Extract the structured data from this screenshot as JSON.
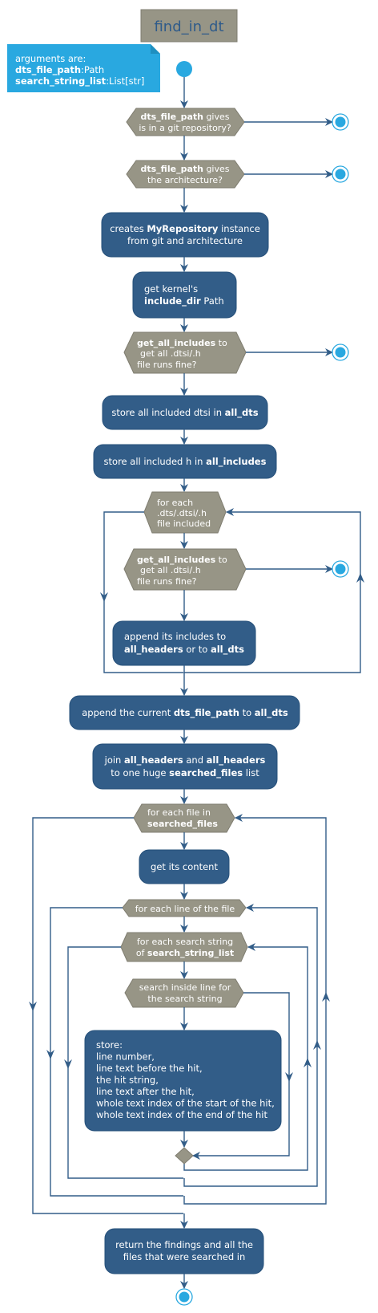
{
  "title": "find_in_dt",
  "note": {
    "line1": "arguments are:",
    "arg1_name": "dts_file_path",
    "arg1_type": ":Path",
    "arg2_name": "search_string_list",
    "arg2_type": ":List[str]"
  },
  "decisions": {
    "git_repo": {
      "bold": "dts_file_path",
      "rest1": " gives",
      "line2": "is in a git repository?"
    },
    "arch": {
      "bold": "dts_file_path",
      "rest1": " gives",
      "line2": "the architecture?"
    },
    "includes1": {
      "bold": "get_all_includes",
      "rest1": " to",
      "line2": "get all .dtsi/.h",
      "line3": "file runs fine?"
    },
    "loop_each_included": {
      "line1": "for each",
      "line2": ".dts/.dtsi/.h",
      "line3": "file included"
    },
    "includes2": {
      "bold": "get_all_includes",
      "rest1": " to",
      "line2": "get all .dtsi/.h",
      "line3": "file runs fine?"
    },
    "loop_each_file": {
      "line1": "for each file in",
      "bold": "searched_files"
    },
    "loop_each_line": {
      "line1": "for each line of the file"
    },
    "loop_each_search": {
      "line1": "for each search string",
      "pre": "of ",
      "bold": "search_string_list"
    },
    "search_inside": {
      "line1": "search inside line for",
      "line2": "the search string"
    }
  },
  "activities": {
    "create_repo": {
      "pre": "creates ",
      "bold": "MyRepository",
      "post": " instance",
      "line2": "from git and architecture"
    },
    "kernel_dir": {
      "line1": "get kernel's",
      "bold": "include_dir",
      "post": " Path"
    },
    "store_dtsi": {
      "pre": "store all included dtsi in ",
      "bold": "all_dts"
    },
    "store_h": {
      "pre": "store all included h in ",
      "bold": "all_includes"
    },
    "append_includes": {
      "line1": "append its includes to",
      "bold1": "all_headers",
      "mid": " or to ",
      "bold2": "all_dts"
    },
    "append_current": {
      "pre": "append the current ",
      "bold1": "dts_file_path",
      "mid": " to ",
      "bold2": "all_dts"
    },
    "join": {
      "pre": "join ",
      "bold1": "all_headers",
      "mid": " and ",
      "bold2": "all_headers",
      "pre2": "to one huge ",
      "bold3": "searched_files",
      "post2": " list"
    },
    "get_content": {
      "line1": "get its content"
    },
    "store_details": {
      "lines": [
        "store:",
        "line number,",
        "line text before the hit,",
        "the hit string,",
        "line text after the hit,",
        "whole text index of the start of the hit,",
        "whole text index of the end of the hit"
      ]
    },
    "return": {
      "line1": "return the findings and all the",
      "line2": "files that were searched in"
    }
  },
  "colors": {
    "activity": "#325d88",
    "decision": "#979586",
    "note": "#29a8e0",
    "title_bg": "#979586",
    "title_text": "#2f5b8a",
    "terminal": "#29a8e0"
  }
}
